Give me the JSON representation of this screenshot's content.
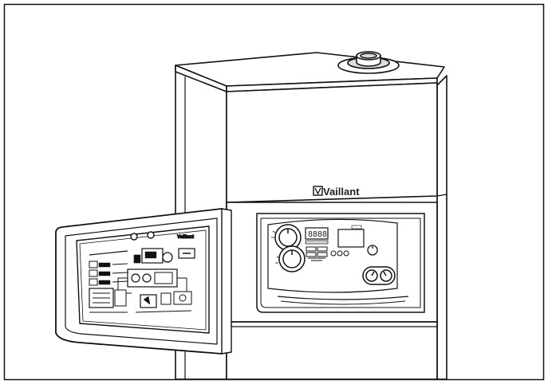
{
  "illustration": {
    "brand": {
      "logo_text": "Vaillant",
      "door_logo_text": "Vaillant"
    },
    "display": {
      "digits": "8888"
    },
    "colors": {
      "line": "#111111",
      "background": "#ffffff",
      "shade": "#dcdcdc"
    }
  }
}
